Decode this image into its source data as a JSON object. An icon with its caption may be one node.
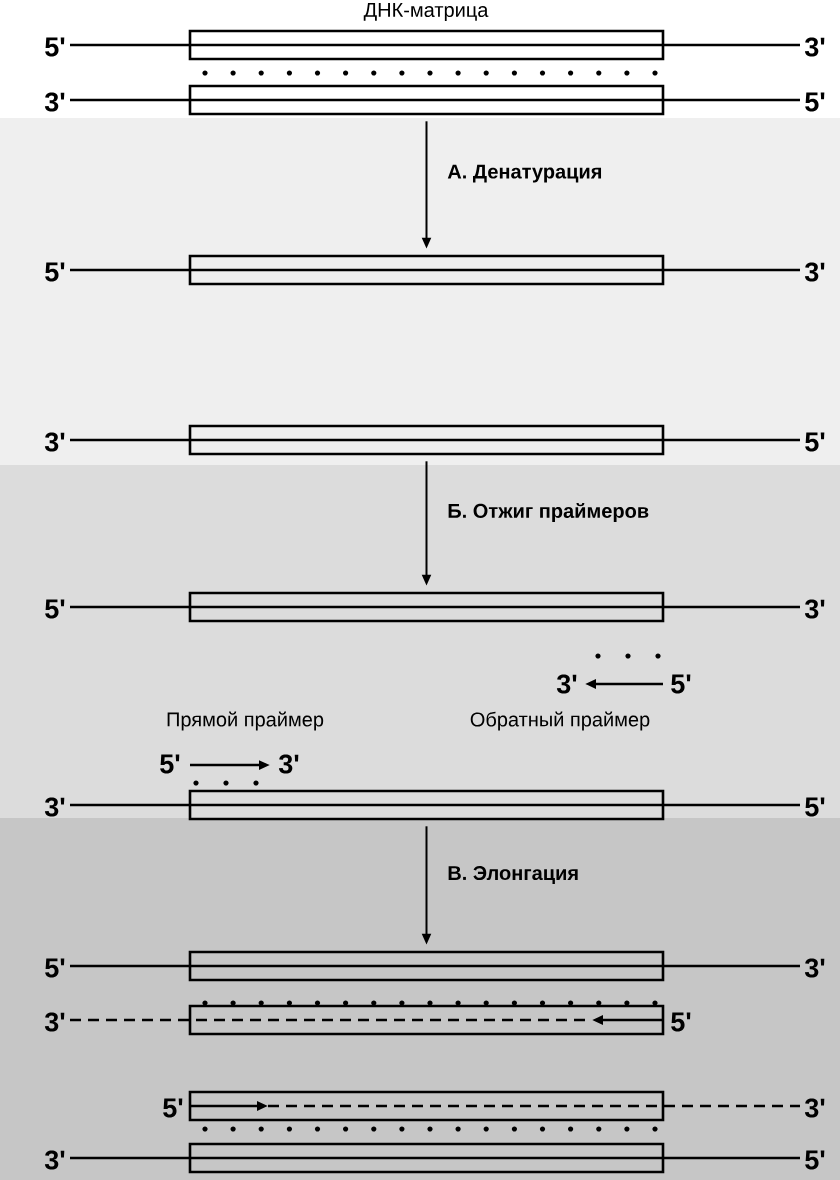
{
  "diagram": {
    "nodes": [
      {
        "text": [
          "5'",
          "3'"
        ]
      },
      {
        "text": [
          "3'",
          "5'"
        ]
      },
      {
        "text": [
          "5'",
          "3'"
        ]
      },
      {
        "text": [
          "3'",
          "5'"
        ]
      },
      {
        "text": [
          "5'",
          "3'"
        ]
      },
      {
        "text": [
          "3'",
          "5'"
        ]
      },
      {
        "text": [
          "5'",
          "3'"
        ]
      },
      {
        "text": [
          "3'",
          "5'"
        ]
      },
      {
        "text": [
          "5'",
          "3'"
        ]
      },
      {
        "text": [
          "3'",
          "5'"
        ]
      }
    ],
    "edges": [
      {
        "from": 1,
        "to": 2,
        "arrow": "to",
        "label": "А. Денатурация"
      },
      {
        "from": 3,
        "to": 4,
        "arrow": "to",
        "label": "Б. Отжиг праймеров"
      },
      {
        "from": 5,
        "to": 6,
        "arrow": "to",
        "label": "В. Элонгация"
      }
    ],
    "labels": [
      "ДНК-матрица",
      "3'",
      "5'",
      "Прямой праймер",
      "Обратный праймер",
      "5'",
      "3'"
    ]
  }
}
